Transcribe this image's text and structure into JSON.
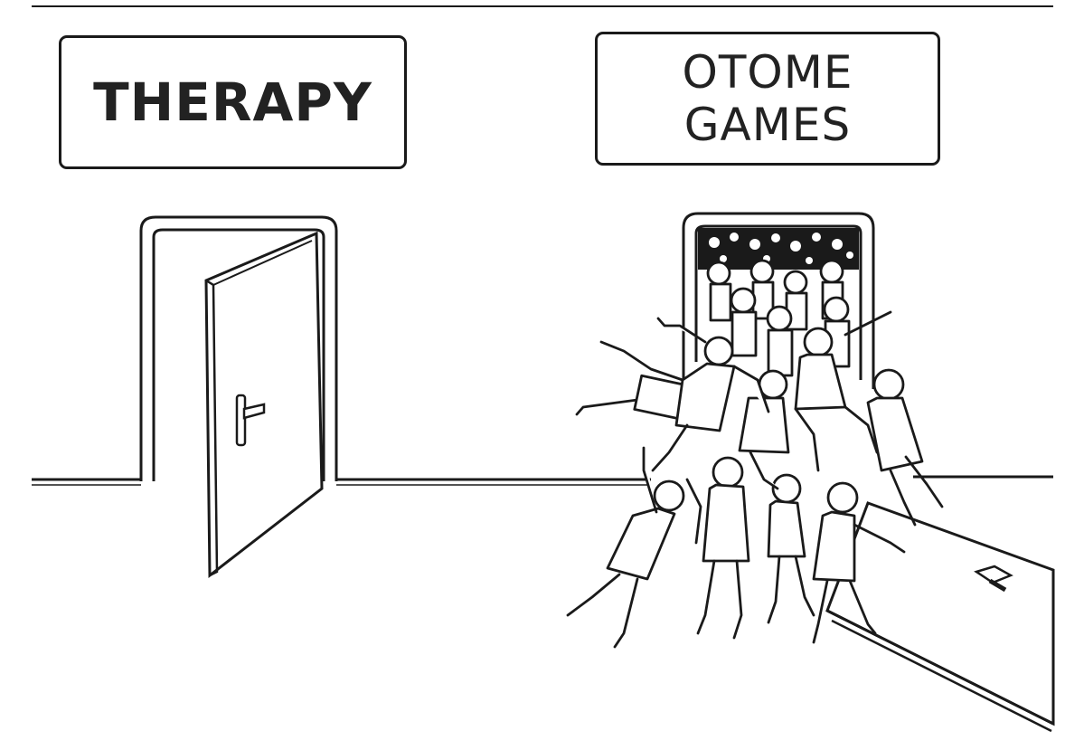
{
  "signs": {
    "left_text": "THERAPY",
    "right_line1": "OTOME",
    "right_line2": "GAMES"
  },
  "colors": {
    "ink": "#1a1a1a",
    "paper": "#ffffff"
  },
  "icons": [
    "door-handle-icon",
    "stick-figure-crowd",
    "fallen-door"
  ]
}
